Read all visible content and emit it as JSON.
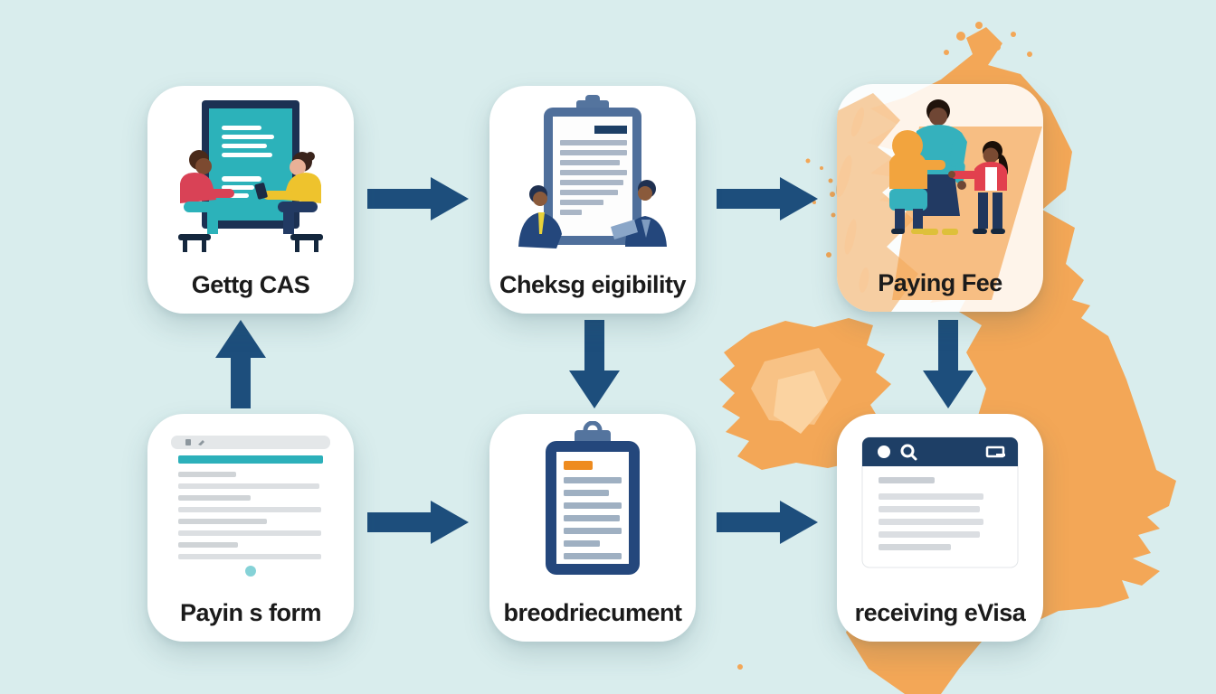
{
  "diagram": {
    "type": "flowchart",
    "topic": "UK student visa application process",
    "cards": [
      {
        "id": "getting-cas",
        "label": "Gettg CAS",
        "icon": "advising-session-illustration",
        "row": 1,
        "col": 1
      },
      {
        "id": "checking-eligibility",
        "label": "Cheksg eigibility",
        "icon": "clipboard-review-illustration",
        "row": 1,
        "col": 2
      },
      {
        "id": "paying-fee",
        "label": "Paying Fee",
        "icon": "family-group-illustration",
        "row": 1,
        "col": 3
      },
      {
        "id": "filling-form",
        "label": "Payin s form",
        "icon": "web-form-illustration",
        "row": 2,
        "col": 1
      },
      {
        "id": "providing-documents",
        "label": "breodriecument",
        "icon": "document-clipboard-illustration",
        "row": 2,
        "col": 2
      },
      {
        "id": "receiving-evisa",
        "label": "receiving eVisa",
        "icon": "browser-window-illustration",
        "row": 2,
        "col": 3
      }
    ],
    "arrows": [
      {
        "from": "Gettg CAS",
        "to": "Cheksg eigibility",
        "direction": "right"
      },
      {
        "from": "Cheksg eigibility",
        "to": "Paying Fee",
        "direction": "right"
      },
      {
        "from": "Payin s form",
        "to": "Gettg CAS",
        "direction": "up"
      },
      {
        "from": "Cheksg eigibility",
        "to": "breodriecument",
        "direction": "down"
      },
      {
        "from": "Paying Fee",
        "to": "receiving eVisa",
        "direction": "down"
      },
      {
        "from": "Payin s form",
        "to": "breodriecument",
        "direction": "right"
      },
      {
        "from": "breodriecument",
        "to": "receiving eVisa",
        "direction": "right"
      }
    ],
    "background_map": {
      "regions": [
        "Great Britain",
        "Ireland"
      ]
    }
  },
  "colors": {
    "background": "#d9eded",
    "card": "#ffffff",
    "arrow": "#1d4e7c",
    "map_orange": "#f3a757",
    "map_orange_light": "#f8c285",
    "teal": "#2cb0ba",
    "navy": "#1e3f66",
    "label_text": "#1b1b1b"
  }
}
